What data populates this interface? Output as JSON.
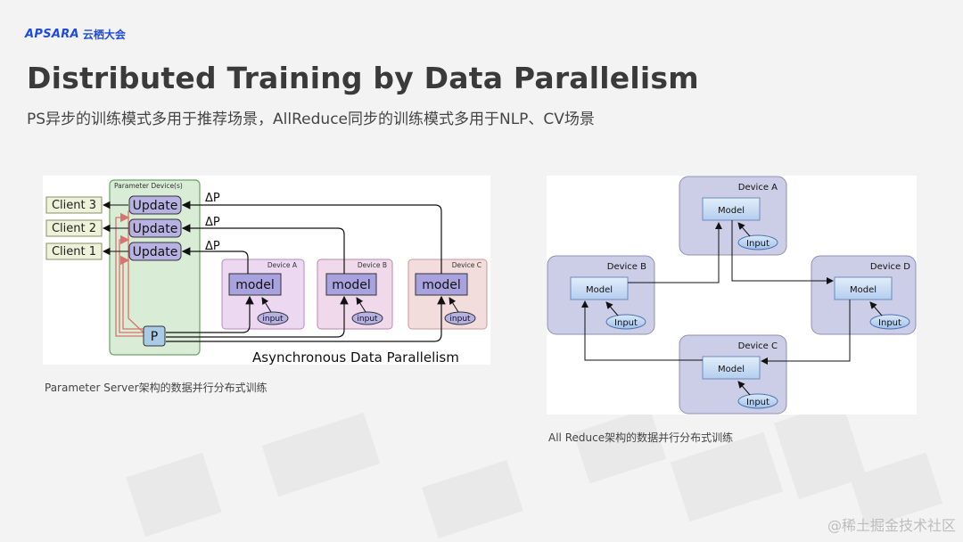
{
  "brand": {
    "logo": "APSARA",
    "event": "云栖大会"
  },
  "title": "Distributed Training by Data Parallelism",
  "subtitle": "PS异步的训练模式多用于推荐场景，AllReduce同步的训练模式多用于NLP、CV场景",
  "ps_diagram": {
    "server_label": "Parameter Device(s)",
    "clients": [
      "Client 3",
      "Client 2",
      "Client 1"
    ],
    "update_label": "Update",
    "delta_label": "ΔP",
    "p_label": "P",
    "devices": [
      {
        "name": "Device A",
        "model": "model",
        "input": "input"
      },
      {
        "name": "Device B",
        "model": "model",
        "input": "input"
      },
      {
        "name": "Device C",
        "model": "model",
        "input": "input"
      }
    ],
    "footer": "Asynchronous Data Parallelism",
    "caption": "Parameter Server架构的数据并行分布式训练"
  },
  "allreduce_diagram": {
    "devices": [
      {
        "name": "Device A",
        "model": "Model",
        "input": "Input"
      },
      {
        "name": "Device B",
        "model": "Model",
        "input": "Input"
      },
      {
        "name": "Device C",
        "model": "Model",
        "input": "Input"
      },
      {
        "name": "Device D",
        "model": "Model",
        "input": "Input"
      }
    ],
    "caption": "All Reduce架构的数据并行分布式训练"
  },
  "watermark": "@稀土掘金技术社区",
  "colors": {
    "brand": "#1f4bd8",
    "ps_server_fill": "#d9ecd6",
    "ps_device_a": "#ecd9f1",
    "ps_device_b": "#f0d9ea",
    "ps_device_c": "#f2dcdc",
    "ps_node_fill": "#b7b2e4",
    "ar_device_fill": "#cccde6",
    "ar_model_fill": "#c9dcf3"
  }
}
